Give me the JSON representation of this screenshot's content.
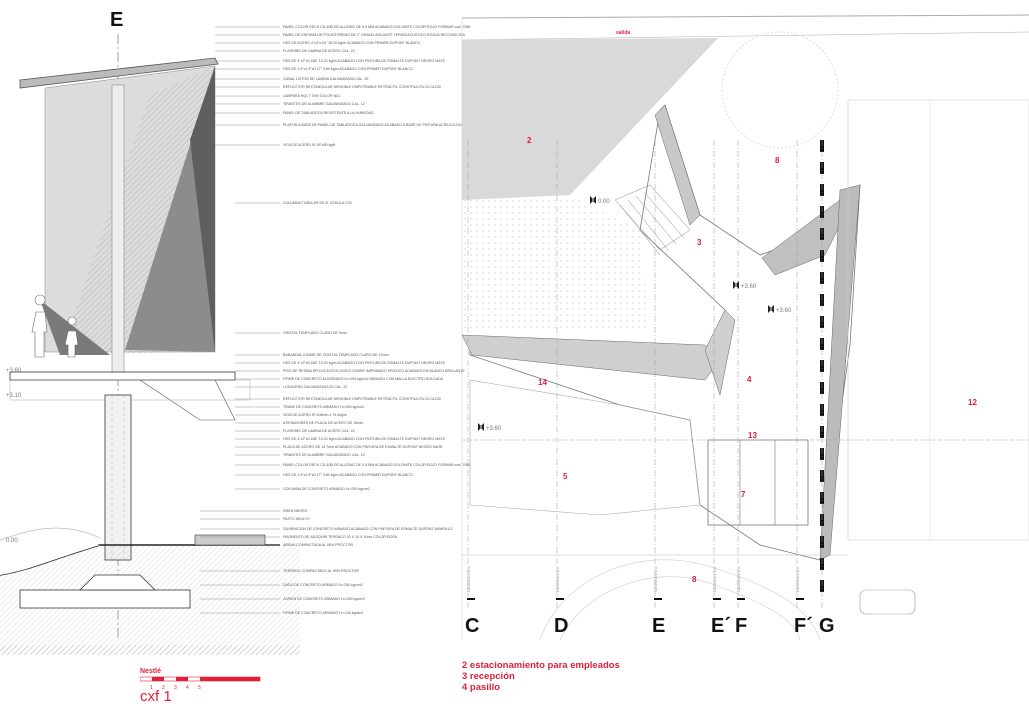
{
  "section": {
    "axis_label": "E",
    "levels": [
      "+3.60",
      "+3.10",
      "0.00"
    ],
    "notes": [
      "PANEL COLOR DECK CD-40B DE ALUZINC DE 0.5 MM ACABADO DOLOMITE COLOR ROJO FORMAR cod. 7086",
      "PANEL DE ESPUMA DE POLIESTIRENO DE 2\" GRANO AISLANTE TERMO/ACUSTICO ROJIZA RECONOCIDA",
      "HSS DE ACERO 4\"x4\"x1/4\" 38.20 kg/m ACABADO CON PRIMER DUPONT BLANCO",
      "FLASHING DE LAMINA DE ACERO CAL. 22",
      "HSS DE 4\"x2\"x0.188\" 10.02 kg/m ACABADO CON PINTURA DE ESMALTE DUPONT NEGRO MATE",
      "HSS DE 1.5\"x1.5\"x0.17\" 3.80 kg/m ACABADO CON PRIMER DUPONT BLANCO",
      "CANAL LISTON DE LAMINA GALVANIZADA CAL. 26",
      "REFLECTOR RECTANGULAR DIRIGIBLE EMPOTRABLE RETRACTIL CONSTRULITA CD-11230",
      "LAMPARA HQI-T 70W COLOR NDL",
      "TIRANTES DE ALAMBRE GALVANIZADO CAL. 12",
      "PANEL DE TABLAROCA RESISTENTE A LA HUMEDAD",
      "PLAFON A BASE DE PANEL DE TABLAROCA GALVANIZADO ACABADO A BASE DE PINTURA ACRILICA DUPONT BLANCO",
      "VIGA DE ACERO IR 18\"x50 kg/ft",
      "COLUMNA TUBULAR DE 8\" CEDULA C30",
      "CRISTAL TEMPLADO CLARO DE 9mm",
      "BARANDAL A BASE DE CRISTAL TEMPLADO CLARO DE 12mm",
      "HSS DE 4\"x2\"x0.188\" 10.02 kg/m ACABADO CON PINTURA DE ESMALTE DUPONT NEGRO MATE",
      "PISO DE RESINA EPOXICA ECOLOGICO SOBRE IMPRIMADO EPOXICO ACABADO EN BLANCO BRILLANTE",
      "FIRME DE CONCRETO ALIGERADO f'c=200 kg/cm2 ARMADO CON MALLA ELECTRO-SOLDADA",
      "LOSACERO GALVANIZADA 25 CAL. 22",
      "REFLECTOR RECTANGULAR DIRIGIBLE EMPOTRABLE RETRACTIL CONSTRULITA CD-11230",
      "TRABE DE CONCRETO ARMADO f'c=250 kg/cm2",
      "VIGA DE ACERO IR 406mm x 74.4kg/m",
      "ATIESADORES DE PLACA DE ACERO DE 16mm",
      "FLASHING DE LAMINA DE ACERO CAL. 22",
      "HSS DE 4\"x2\"x0.188\" 10.02 kg/m ACABADO CON PINTURA DE ESMALTE DUPONT NEGRO MATE",
      "PLACA DE ACERO DE 13.7mm ACABADO CON PINTURA DE ESMALTE DUPONT NEGRO MATE",
      "TIRANTES DE ALAMBRE GALVANIZADO CAL. 12",
      "PANEL COLOR DECK CD-40B DE ALUZINC DE 0.5 MM ACABADO DOLOMITE COLOR ROJO FORMAR cod. 7086",
      "HSS DE 1.5\"x1.5\"x0.17\" 3.80 kg/m ACABADO CON PRIMER DUPONT BLANCO",
      "COLUMNA DE CONCRETO ARMADO f'c=250 kg/cm2",
      "DREN NEGRO",
      "PASTO KIKUYO",
      "GUARNICION DE CONCRETO ARMADO ACABADO CON PINTURA DE ESMALTE DUPONT AMARILLO",
      "PAVIMENTO DE ADOQUIN TERRACO 20 X 10 X 10cm COLOR ROSA",
      "ARENA COMPACTADA AL 95% PROCTOR",
      "TERRENO COMPACTADO AL 95% PROCTOR",
      "DADO DE CONCRETO ARMADO f'c=250 kg/cm2",
      "ZAPATA DE CONCRETO ARMADO f'c=250 kg/cm2",
      "FIRME DE CONCRETO ARMADO f'c=100 kg/cm2"
    ],
    "scale_title": "Nestlé",
    "scale_ticks": [
      "1",
      "2",
      "3",
      "4",
      "5"
    ],
    "sheet_label": "cxf 1"
  },
  "plan": {
    "exit_label": "salida",
    "room_numbers": [
      "2",
      "8",
      "3",
      "14",
      "4",
      "13",
      "5",
      "7",
      "12",
      "8"
    ],
    "levels": [
      "0.00",
      "+3.60",
      "+3.60",
      "+3.60"
    ],
    "axis_labels": [
      "C",
      "D",
      "E",
      "E´",
      "F",
      "F´",
      "G"
    ],
    "section_marks": [
      "SECCION 1-1",
      "SECCION 1-1",
      "SECCION 1-1",
      "SECCION 1-1",
      "SECCION 1-1",
      "SECCION 1-1"
    ]
  },
  "legend": [
    "2 estacionamiento  para empleados",
    "3 recepción",
    "4 pasillo"
  ],
  "colors": {
    "accent": "#e0203a",
    "gray_fill": "#d9d9d9",
    "dark_fill": "#8c8c8c"
  }
}
